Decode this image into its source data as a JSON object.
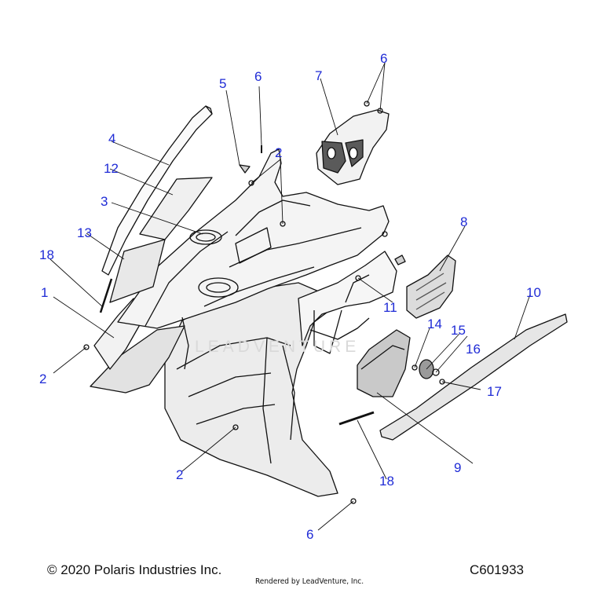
{
  "diagram": {
    "callouts": [
      {
        "id": "c1",
        "label": "1"
      },
      {
        "id": "c2a",
        "label": "2"
      },
      {
        "id": "c2b",
        "label": "2"
      },
      {
        "id": "c2c",
        "label": "2"
      },
      {
        "id": "c3",
        "label": "3"
      },
      {
        "id": "c4",
        "label": "4"
      },
      {
        "id": "c5",
        "label": "5"
      },
      {
        "id": "c6a",
        "label": "6"
      },
      {
        "id": "c6b",
        "label": "6"
      },
      {
        "id": "c6c",
        "label": "6"
      },
      {
        "id": "c7",
        "label": "7"
      },
      {
        "id": "c8",
        "label": "8"
      },
      {
        "id": "c9",
        "label": "9"
      },
      {
        "id": "c10",
        "label": "10"
      },
      {
        "id": "c11",
        "label": "11"
      },
      {
        "id": "c12",
        "label": "12"
      },
      {
        "id": "c13",
        "label": "13"
      },
      {
        "id": "c14",
        "label": "14"
      },
      {
        "id": "c15",
        "label": "15"
      },
      {
        "id": "c16",
        "label": "16"
      },
      {
        "id": "c17",
        "label": "17"
      },
      {
        "id": "c18a",
        "label": "18"
      },
      {
        "id": "c18b",
        "label": "18"
      }
    ],
    "watermark": "LEADVENTURE",
    "copyright": "© 2020 Polaris Industries Inc.",
    "rendered_by": "Rendered by LeadVenture, Inc.",
    "figure_code": "C601933",
    "colors": {
      "callout": "#1f2bd6",
      "line": "#111111",
      "shade": "#cfcfcf"
    }
  }
}
